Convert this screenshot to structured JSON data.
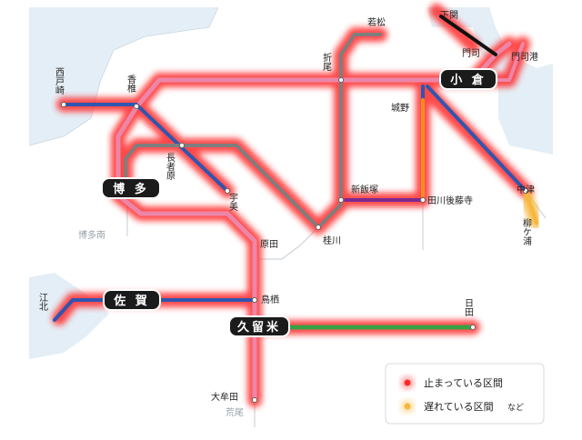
{
  "colors": {
    "sea": "#e4eef6",
    "land": "#ffffff",
    "stopped_glow": "#ff2a2a",
    "delayed_glow": "#f6b73c",
    "line_blue": "#2f56b0",
    "line_gray": "#7e7e7e",
    "line_pink": "#ec86a8",
    "line_orange": "#f28c1e",
    "line_purple": "#7d2a8f",
    "line_green": "#39a043",
    "line_black": "#111111",
    "hub_bg": "#1b1b1b"
  },
  "hubs": {
    "kokura": "小 倉",
    "hakata": "博 多",
    "saga": "佐 賀",
    "kurume": "久留米"
  },
  "stations": {
    "wakamatsu": "若松",
    "orio": "折尾",
    "shimonoseki": "下関",
    "mojiko": "門司港",
    "moji": "門司",
    "nishitozaki": "西戸崎",
    "kashii": "香椎",
    "jono": "城野",
    "nagasabaru": "長者原",
    "umi": "宇美",
    "shiniizuka": "新飯塚",
    "tagawagotoji": "田川後藤寺",
    "nakatsu": "中津",
    "yanagigaura": "柳ケ浦",
    "keisen": "桂川",
    "haruda": "原田",
    "hakataminami": "博多南",
    "kohoku": "江北",
    "tosu": "鳥栖",
    "hita": "日田",
    "omuta": "大牟田",
    "arao": "荒尾"
  },
  "legend": {
    "stopped": "止まっている区間",
    "delayed": "遅れている区間",
    "etc": "など"
  }
}
